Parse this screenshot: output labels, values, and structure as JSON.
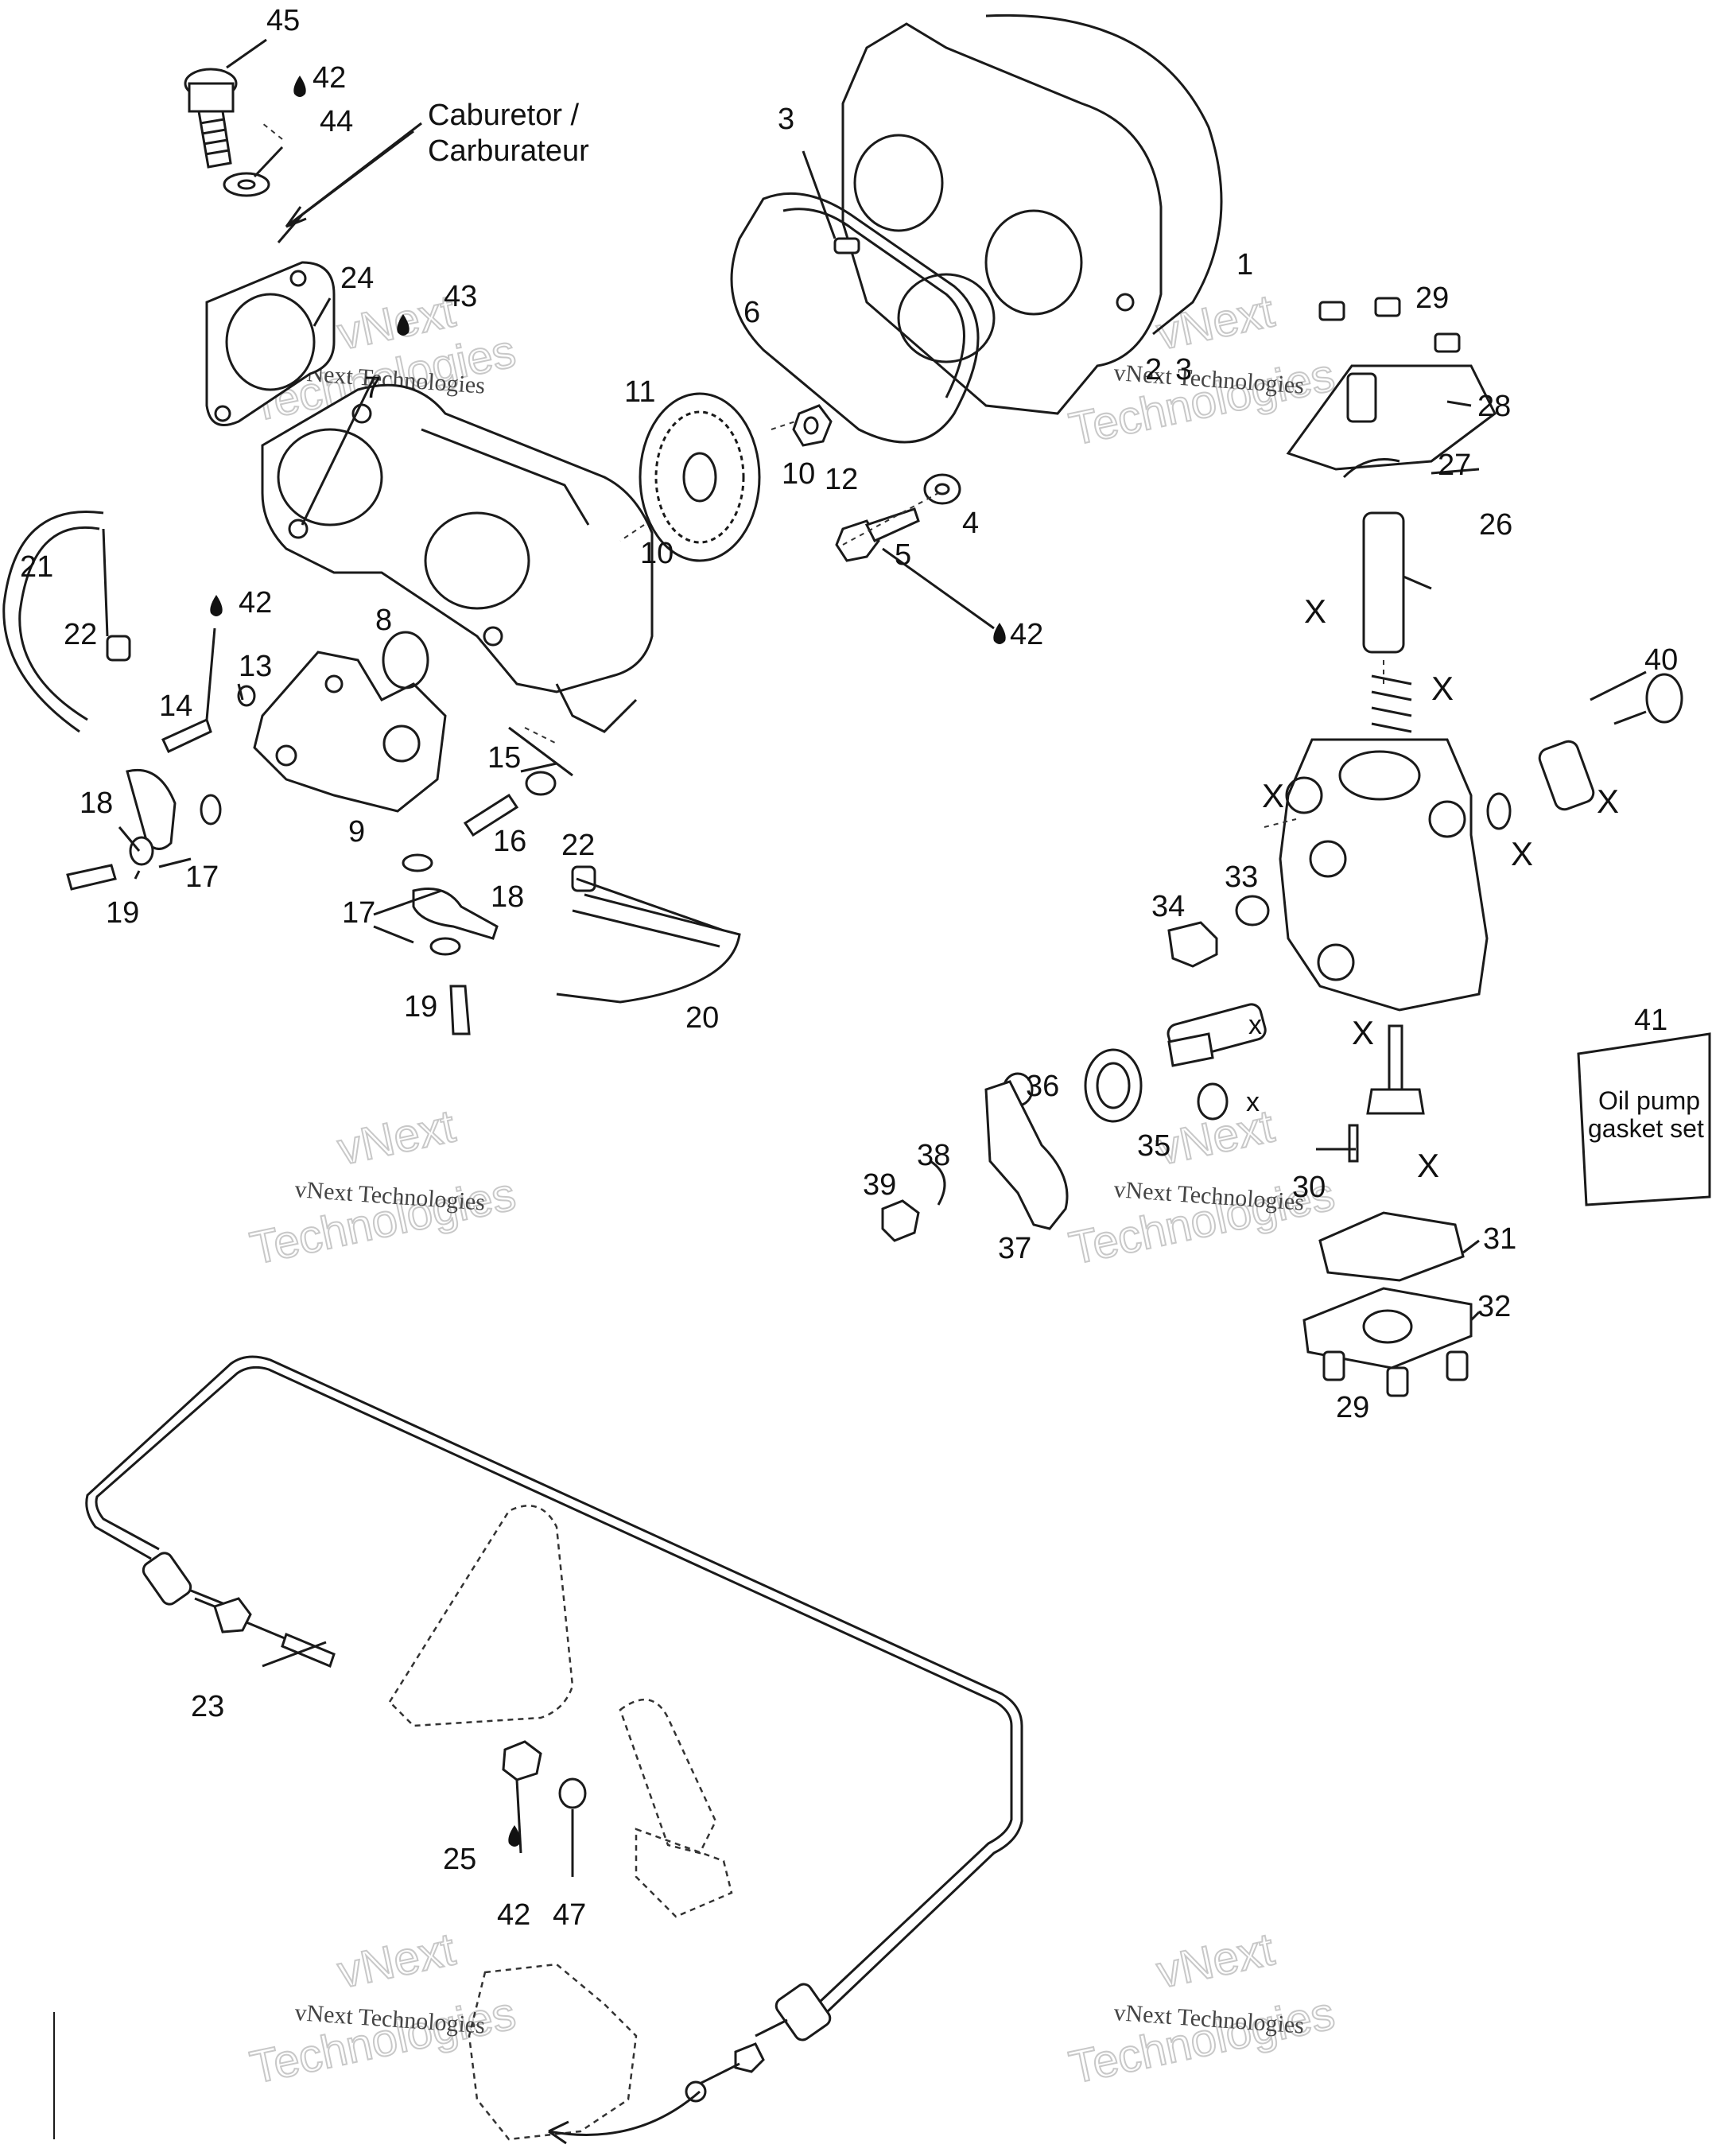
{
  "callouts": [
    "45",
    "42",
    "44",
    "24",
    "43",
    "7",
    "11",
    "21",
    "22",
    "42",
    "13",
    "14",
    "8",
    "18",
    "17",
    "19",
    "9",
    "15",
    "16",
    "22",
    "17",
    "18",
    "19",
    "20",
    "3",
    "6",
    "1",
    "2",
    "3",
    "10",
    "12",
    "4",
    "5",
    "42",
    "10",
    "29",
    "28",
    "27",
    "26",
    "40",
    "33",
    "34",
    "36",
    "38",
    "39",
    "35",
    "37",
    "30",
    "31",
    "32",
    "29",
    "41",
    "23",
    "25",
    "42",
    "47"
  ],
  "x_marks": [
    "X",
    "X",
    "X",
    "X",
    "X",
    "X",
    "x",
    "x",
    "X",
    "X"
  ],
  "oil_symbol_name": "oil-drop-icon",
  "carburetor_label": [
    "Caburetor /",
    "Carburateur"
  ],
  "kit_label": [
    "Oil pump",
    "gasket set"
  ],
  "watermark": {
    "line1": "vNext Technologies",
    "line2": "vNext",
    "line3": "Technologies"
  }
}
